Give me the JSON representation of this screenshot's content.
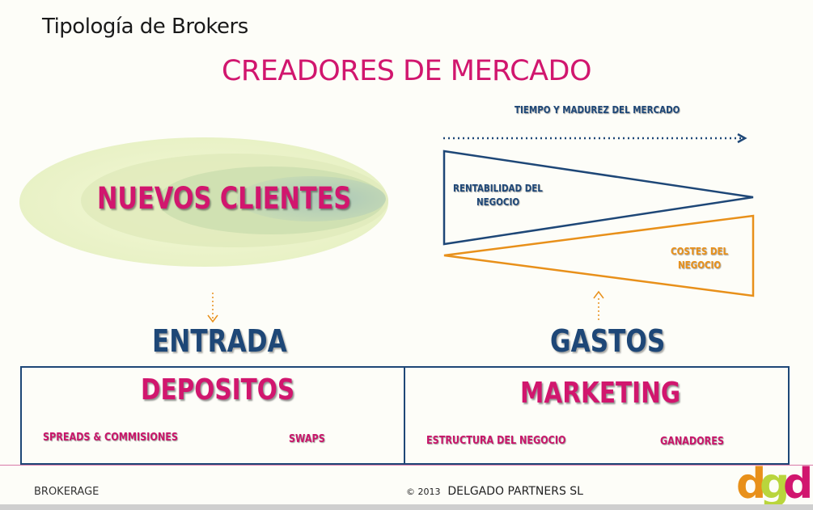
{
  "slide": {
    "title": "Tipología de Brokers",
    "headline": "CREADORES DE MERCADO"
  },
  "left": {
    "cloud_label": "NUEVOS CLIENTES",
    "section_label": "ENTRADA",
    "box_title": "DEPOSITOS",
    "items": [
      "SPREADS & COMMISIONES",
      "SWAPS"
    ]
  },
  "right": {
    "timeline_label": "TIEMPO Y MADUREZ DEL MERCADO",
    "profit_label_line1": "RENTABILIDAD DEL",
    "profit_label_line2": "NEGOCIO",
    "cost_label_line1": "COSTES DEL",
    "cost_label_line2": "NEGOCIO",
    "section_label": "GASTOS",
    "box_title": "MARKETING",
    "items": [
      "ESTRUCTURA DEL NEGOCIO",
      "GANADORES"
    ]
  },
  "footer": {
    "left_text": "BROKERAGE",
    "copyright": "© 2013",
    "company": "DELGADO PARTNERS SL",
    "logo_text": "dgd"
  },
  "colors": {
    "pink": "#d1166e",
    "navy": "#1e4777",
    "orange": "#e8901a",
    "green": "#b9d53c",
    "teal": "#2b8fb0"
  }
}
